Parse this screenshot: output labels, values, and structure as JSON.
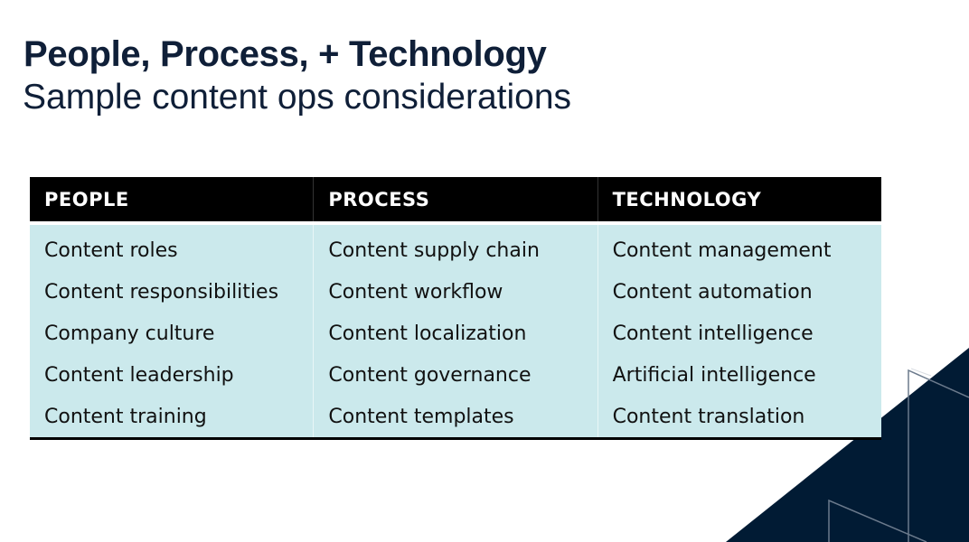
{
  "slide": {
    "title": "People, Process, + Technology",
    "subtitle": "Sample content ops considerations"
  },
  "table": {
    "headers": [
      "PEOPLE",
      "PROCESS",
      "TECHNOLOGY"
    ],
    "rows": [
      [
        "Content roles",
        "Content supply chain",
        "Content management"
      ],
      [
        "Content responsibilities",
        "Content workflow",
        "Content automation"
      ],
      [
        "Company culture",
        "Content localization",
        "Content intelligence"
      ],
      [
        "Content leadership",
        "Content governance",
        "Artificial intelligence"
      ],
      [
        "Content training",
        "Content templates",
        "Content translation"
      ]
    ]
  },
  "colors": {
    "title": "#0f1f38",
    "header_bg": "#000000",
    "body_bg": "#cbe9ec",
    "deco_navy": "#011b34"
  }
}
